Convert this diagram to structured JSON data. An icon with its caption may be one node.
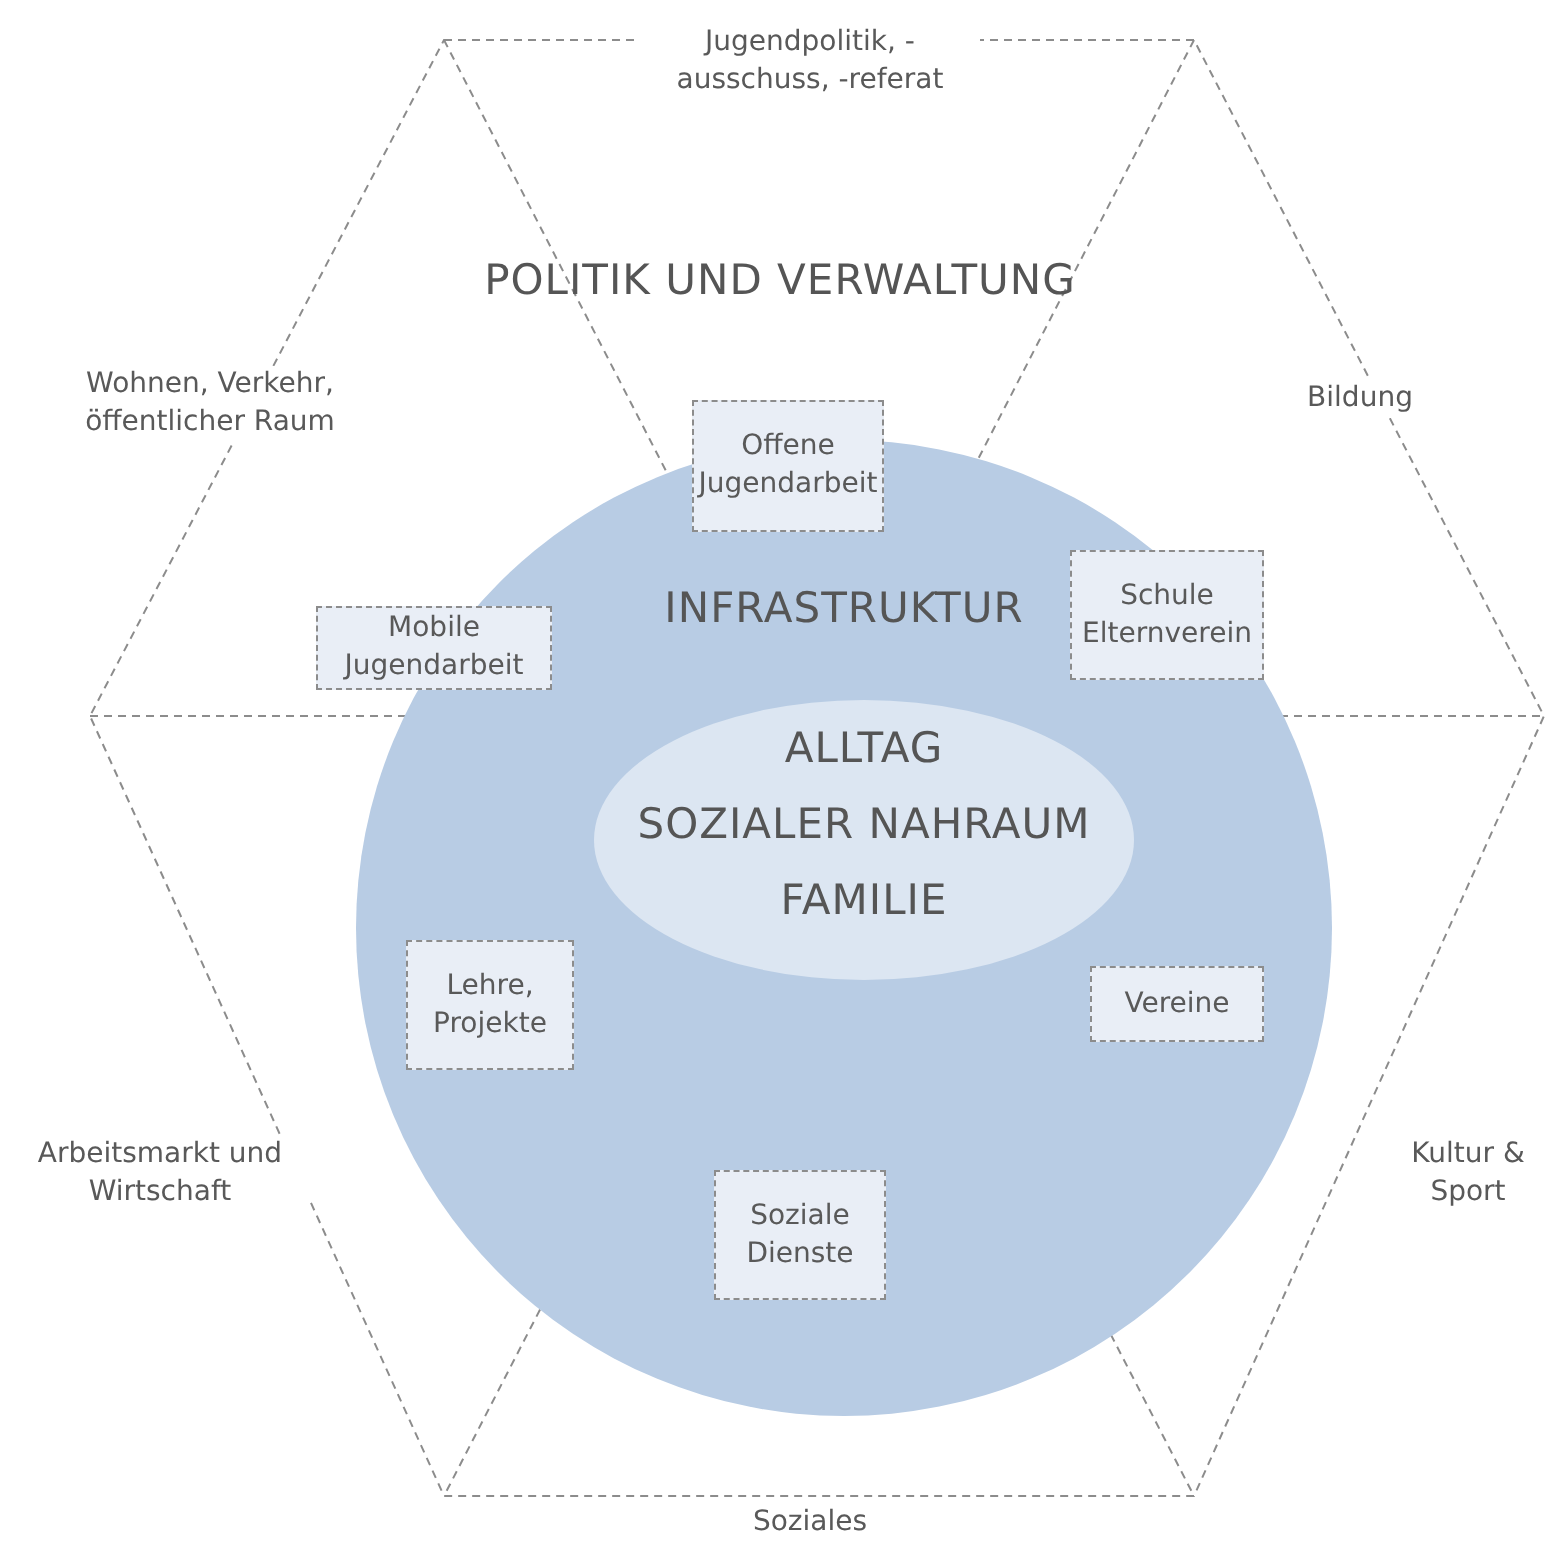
{
  "diagram": {
    "nodes": [
      {
        "text": [
          "INFRASTRUKTUR"
        ]
      },
      {
        "text": [
          "ALLTAG",
          "SOZIALER NAHRAUM",
          "FAMILIE"
        ],
        "in": 0
      },
      {
        "text": [
          "Offene Jugendarbeit"
        ]
      },
      {
        "text": [
          "Schule Elternverein"
        ],
        "in": 0
      },
      {
        "text": [
          "Mobile Jugendarbeit"
        ]
      },
      {
        "text": [
          "Lehre, Projekte"
        ],
        "in": 0
      },
      {
        "text": [
          "Vereine"
        ],
        "in": 0
      },
      {
        "text": [
          "Soziale Dienste"
        ],
        "in": 0
      }
    ],
    "labels": [
      "Jugendpolitik, -ausschuss, -referat",
      "POLITIK UND VERWALTUNG",
      "Wohnen, Verkehr, öffentlicher Raum",
      "Bildung",
      "Arbeitsmarkt und Wirtschaft",
      "Kultur & Sport",
      "Soziales"
    ]
  }
}
